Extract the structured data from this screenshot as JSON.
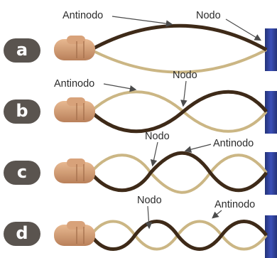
{
  "panels": [
    {
      "letter": "a",
      "labels": {
        "antinode": "Antinodo",
        "node": "Nodo"
      }
    },
    {
      "letter": "b",
      "labels": {
        "antinode": "Antinodo",
        "node": "Nodo"
      }
    },
    {
      "letter": "c",
      "labels": {
        "antinode": "Antinodo",
        "node": "Nodo"
      }
    },
    {
      "letter": "d",
      "labels": {
        "antinode": "Antinodo",
        "node": "Nodo"
      }
    }
  ],
  "colors": {
    "badge": "#5a544f",
    "rope_dark": "#3e2a18",
    "rope_light": "#cbb684",
    "wall": "#2f3f9b",
    "hand": "#d9a57a",
    "arrow": "#4b4b4b"
  }
}
